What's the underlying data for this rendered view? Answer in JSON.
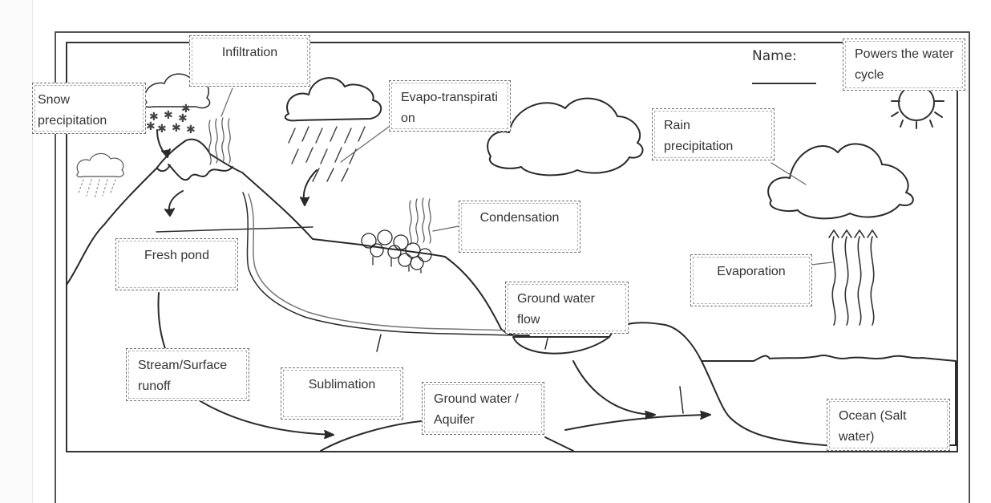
{
  "worksheet": {
    "name_label": "Name:"
  },
  "labels": {
    "infiltration": "Infiltration",
    "snow_precipitation": "Snow precipitation",
    "evapotranspiration": "Evapo-transpiration",
    "rain_precipitation": "Rain precipitation",
    "powers_water_cycle": "Powers the water cycle",
    "condensation": "Condensation",
    "fresh_pond": "Fresh pond",
    "evaporation": "Evaporation",
    "ground_water_flow": "Ground water flow",
    "stream_surface_runoff": "Stream/Surface runoff",
    "sublimation": "Sublimation",
    "ground_water_aquifer": "Ground water / Aquifer",
    "ocean_salt_water": "Ocean (Salt water)"
  }
}
